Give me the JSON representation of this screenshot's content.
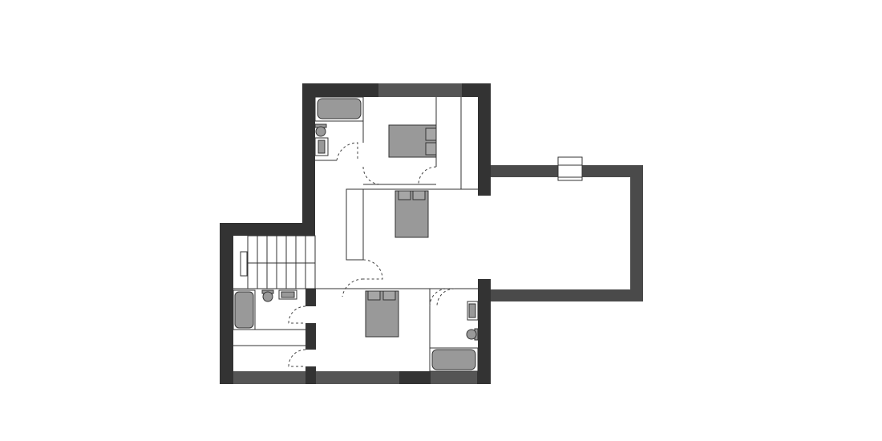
{
  "plan": {
    "colors": {
      "wall": "#333333",
      "balcony_wall": "#4a4a4a",
      "fixture_fill": "#999999",
      "background": "#ffffff"
    },
    "rooms": [
      "bedroom-top",
      "bedroom-middle",
      "bedroom-bottom",
      "bathroom-top-left",
      "bathroom-bottom-left",
      "bathroom-bottom-right",
      "hallway",
      "staircase",
      "terrace"
    ]
  }
}
